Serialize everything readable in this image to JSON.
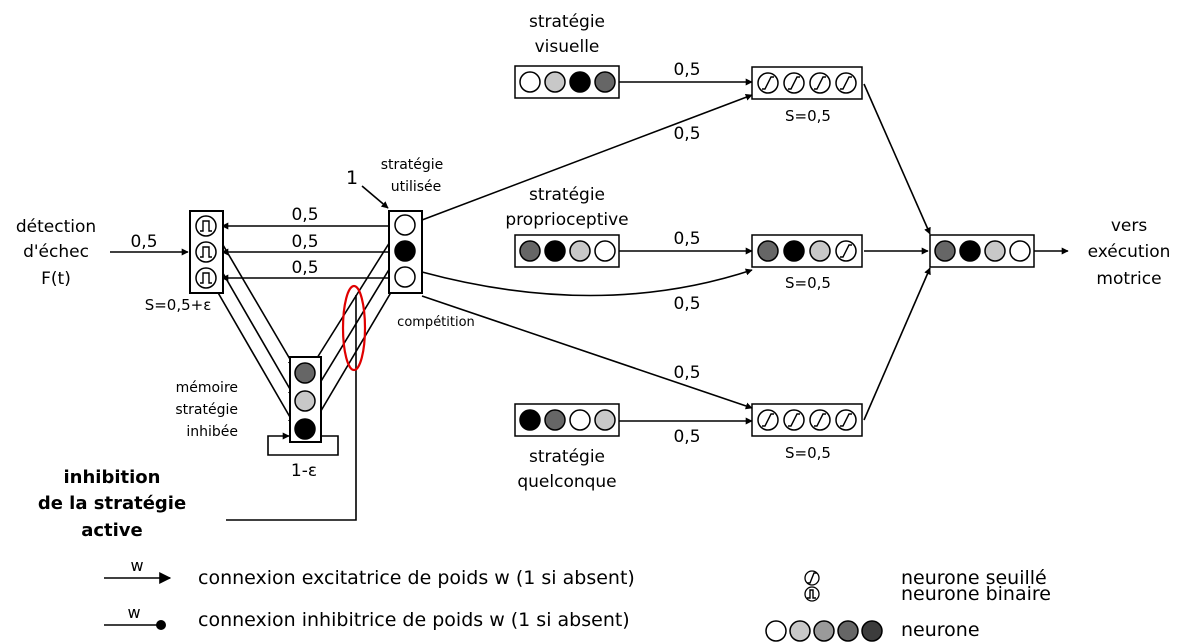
{
  "colors": {
    "white": "#ffffff",
    "light_gray": "#c8c8c8",
    "mid_gray": "#9a9a9a",
    "dark_gray": "#666666",
    "darker_gray": "#3c3c3c",
    "black": "#000000",
    "highlight_red": "#e00000"
  },
  "labels": {
    "detection_line1": "détection",
    "detection_line2": "d'échec",
    "detection_line3": "F(t)",
    "w_detection": "0,5",
    "s_binary": "S=0,5+ε",
    "w_fb1": "0,5",
    "w_fb2": "0,5",
    "w_fb3": "0,5",
    "one": "1",
    "strategie_utilisee_1": "stratégie",
    "strategie_utilisee_2": "utilisée",
    "competition": "compétition",
    "memoire_1": "mémoire",
    "memoire_2": "stratégie",
    "memoire_3": "inhibée",
    "one_minus_eps": "1-ε",
    "inhibition_1": "inhibition",
    "inhibition_2": "de la stratégie",
    "inhibition_3": "active",
    "visuelle_1": "stratégie",
    "visuelle_2": "visuelle",
    "w_visuelle": "0,5",
    "w_used_to_visuelle": "0,5",
    "s_top": "S=0,5",
    "proprio_1": "stratégie",
    "proprio_2": "proprioceptive",
    "w_proprio": "0,5",
    "w_used_to_proprio": "0,5",
    "s_mid": "S=0,5",
    "w_used_to_quelconque": "0,5",
    "w_quelconque": "0,5",
    "quelconque_1": "stratégie",
    "quelconque_2": "quelconque",
    "s_bot": "S=0,5",
    "vers_1": "vers",
    "vers_2": "exécution",
    "vers_3": "motrice"
  },
  "groups": {
    "visuelle": [
      "white",
      "light_gray",
      "black",
      "dark_gray"
    ],
    "proprioceptive": [
      "dark_gray",
      "black",
      "light_gray",
      "white"
    ],
    "quelconque": [
      "black",
      "dark_gray",
      "white",
      "light_gray"
    ],
    "output": [
      "dark_gray",
      "black",
      "light_gray",
      "white"
    ],
    "mid_threshold": [
      "dark_gray",
      "black",
      "light_gray",
      "threshold"
    ],
    "used": [
      "white",
      "black",
      "white"
    ],
    "memory": [
      "dark_gray",
      "light_gray",
      "black"
    ]
  },
  "legend": {
    "w_exc": "w",
    "exc_text": "connexion excitatrice de poids w (1 si absent)",
    "w_inh": "w",
    "inh_text": "connexion inhibitrice de poids w (1 si absent)",
    "seuille_text": "neurone seuillé",
    "binaire_text": "neurone binaire",
    "neurone_text": "neurone",
    "neurone_shades": [
      "white",
      "light_gray",
      "mid_gray",
      "dark_gray",
      "darker_gray"
    ]
  }
}
